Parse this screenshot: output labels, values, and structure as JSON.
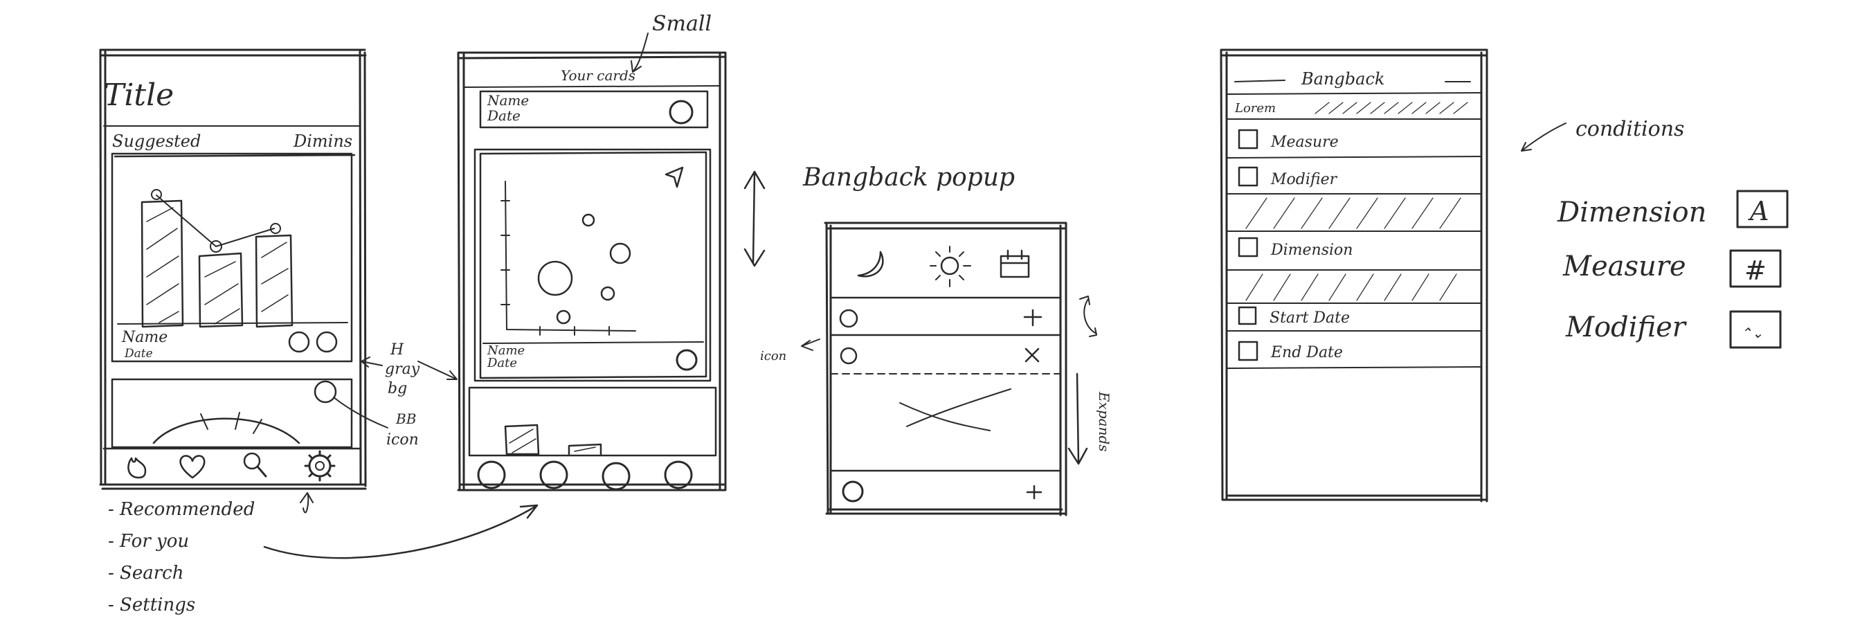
{
  "phone1": {
    "title": "Title",
    "tab_left": "Suggested",
    "tab_right": "Dimins",
    "card_name": "Name",
    "card_date": "Date"
  },
  "phone2": {
    "header": "Your cards",
    "card_top_name": "Name",
    "card_top_date": "Date",
    "card_mid_name": "Name",
    "card_mid_date": "Date"
  },
  "popup": {
    "title": "Bangback popup",
    "expand_label": "Expands",
    "icon_label": "icon"
  },
  "panel": {
    "title": "Bangback",
    "top_label": "Lorem",
    "items": [
      "Measure",
      "Modifier",
      "Dimension",
      "Start Date",
      "End Date"
    ]
  },
  "annotations": {
    "small": "Small",
    "gray_bg": [
      "H",
      "gray",
      "bg"
    ],
    "bb_icon": [
      "BB",
      "icon"
    ],
    "nav_list": [
      "- Recommended",
      "- For you",
      "- Search",
      "- Settings"
    ],
    "conditions": "conditions"
  },
  "legend": [
    {
      "label": "Dimension",
      "glyph": "A"
    },
    {
      "label": "Measure",
      "glyph": "#"
    },
    {
      "label": "Modifier",
      "glyph": "⌃⌄"
    }
  ]
}
